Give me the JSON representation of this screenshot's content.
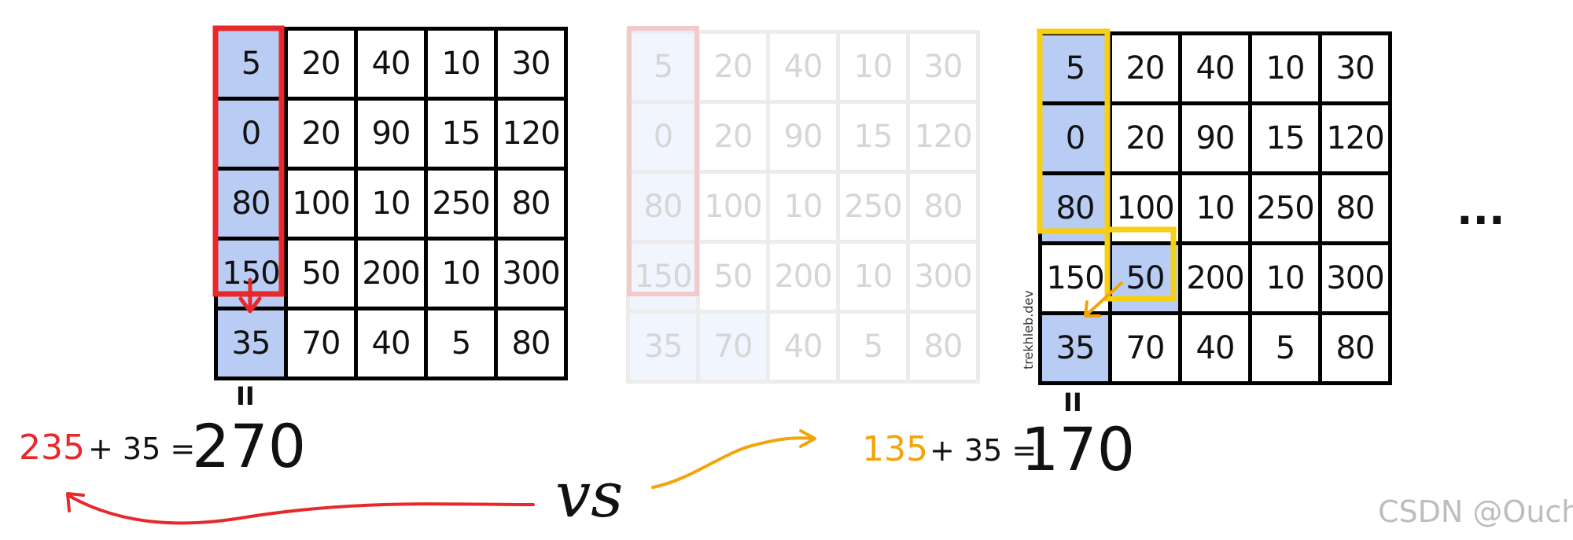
{
  "grids": [
    {
      "id": "left",
      "rows": [
        [
          "5",
          "20",
          "40",
          "10",
          "30"
        ],
        [
          "0",
          "20",
          "90",
          "15",
          "120"
        ],
        [
          "80",
          "100",
          "10",
          "250",
          "80"
        ],
        [
          "150",
          "50",
          "200",
          "10",
          "300"
        ],
        [
          "35",
          "70",
          "40",
          "5",
          "80"
        ]
      ],
      "highlighted": [
        [
          0,
          0
        ],
        [
          1,
          0
        ],
        [
          2,
          0
        ],
        [
          3,
          0
        ],
        [
          4,
          0
        ]
      ],
      "path_color": "#e8282b"
    },
    {
      "id": "middle",
      "rows": [
        [
          "5",
          "20",
          "40",
          "10",
          "30"
        ],
        [
          "0",
          "20",
          "90",
          "15",
          "120"
        ],
        [
          "80",
          "100",
          "10",
          "250",
          "80"
        ],
        [
          "150",
          "50",
          "200",
          "10",
          "300"
        ],
        [
          "35",
          "70",
          "40",
          "5",
          "80"
        ]
      ],
      "highlighted": [
        [
          0,
          0
        ],
        [
          1,
          0
        ],
        [
          2,
          0
        ],
        [
          3,
          0
        ],
        [
          4,
          0
        ],
        [
          4,
          1
        ]
      ],
      "path_color": "#f4c9c9"
    },
    {
      "id": "right",
      "rows": [
        [
          "5",
          "20",
          "40",
          "10",
          "30"
        ],
        [
          "0",
          "20",
          "90",
          "15",
          "120"
        ],
        [
          "80",
          "100",
          "10",
          "250",
          "80"
        ],
        [
          "150",
          "50",
          "200",
          "10",
          "300"
        ],
        [
          "35",
          "70",
          "40",
          "5",
          "80"
        ]
      ],
      "highlighted": [
        [
          0,
          0
        ],
        [
          1,
          0
        ],
        [
          2,
          0
        ],
        [
          3,
          1
        ],
        [
          4,
          0
        ]
      ],
      "path_color": "#f5cf10"
    }
  ],
  "left_equation": {
    "equals_mark": "II",
    "partial": "235",
    "plus": "+ 35 =",
    "result": "270",
    "partial_color": "#e8282b"
  },
  "right_equation": {
    "equals_mark": "II",
    "partial": "135",
    "plus": "+ 35 =",
    "result": "170",
    "partial_color": "#f2a40a"
  },
  "vs_label": "vs",
  "ellipsis": "...",
  "credit": "trekhleb.dev",
  "watermark": "CSDN @Ouch!"
}
